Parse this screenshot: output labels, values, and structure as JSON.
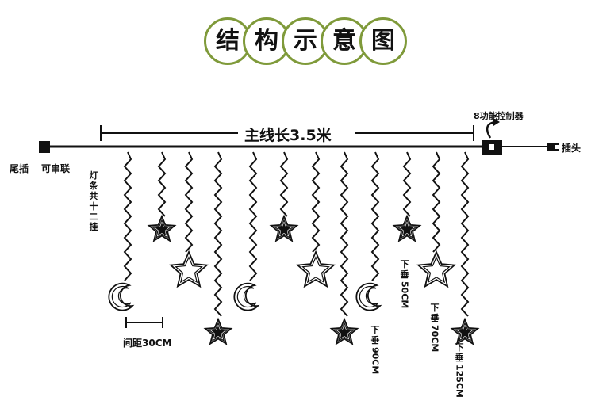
{
  "title": {
    "chars": [
      "结",
      "构",
      "示",
      "意",
      "图"
    ]
  },
  "labels": {
    "main_length": "主线长3.5米",
    "tail_plug": "尾插",
    "can_series": "可串联",
    "plug_head": "插头",
    "controller": "8功能控制器",
    "strand_count": "灯条共十二挂",
    "spacing": "间距30CM"
  },
  "hang_labels": [
    {
      "top": "下垂",
      "bottom": "50CM"
    },
    {
      "top": "下垂",
      "bottom": "70CM"
    },
    {
      "top": "下垂",
      "bottom": "90CM"
    },
    {
      "top": "下垂",
      "bottom": "125CM"
    }
  ],
  "colors": {
    "title_circle": "#7f9a3a",
    "line": "#111111"
  },
  "strands": [
    {
      "end": "moon"
    },
    {
      "end": "star-small"
    },
    {
      "end": "star-large"
    },
    {
      "end": "star-small"
    },
    {
      "end": "moon"
    },
    {
      "end": "star-small"
    },
    {
      "end": "star-large"
    },
    {
      "end": "star-small"
    },
    {
      "end": "moon"
    },
    {
      "end": "star-small"
    },
    {
      "end": "star-large"
    },
    {
      "end": "star-small"
    }
  ]
}
